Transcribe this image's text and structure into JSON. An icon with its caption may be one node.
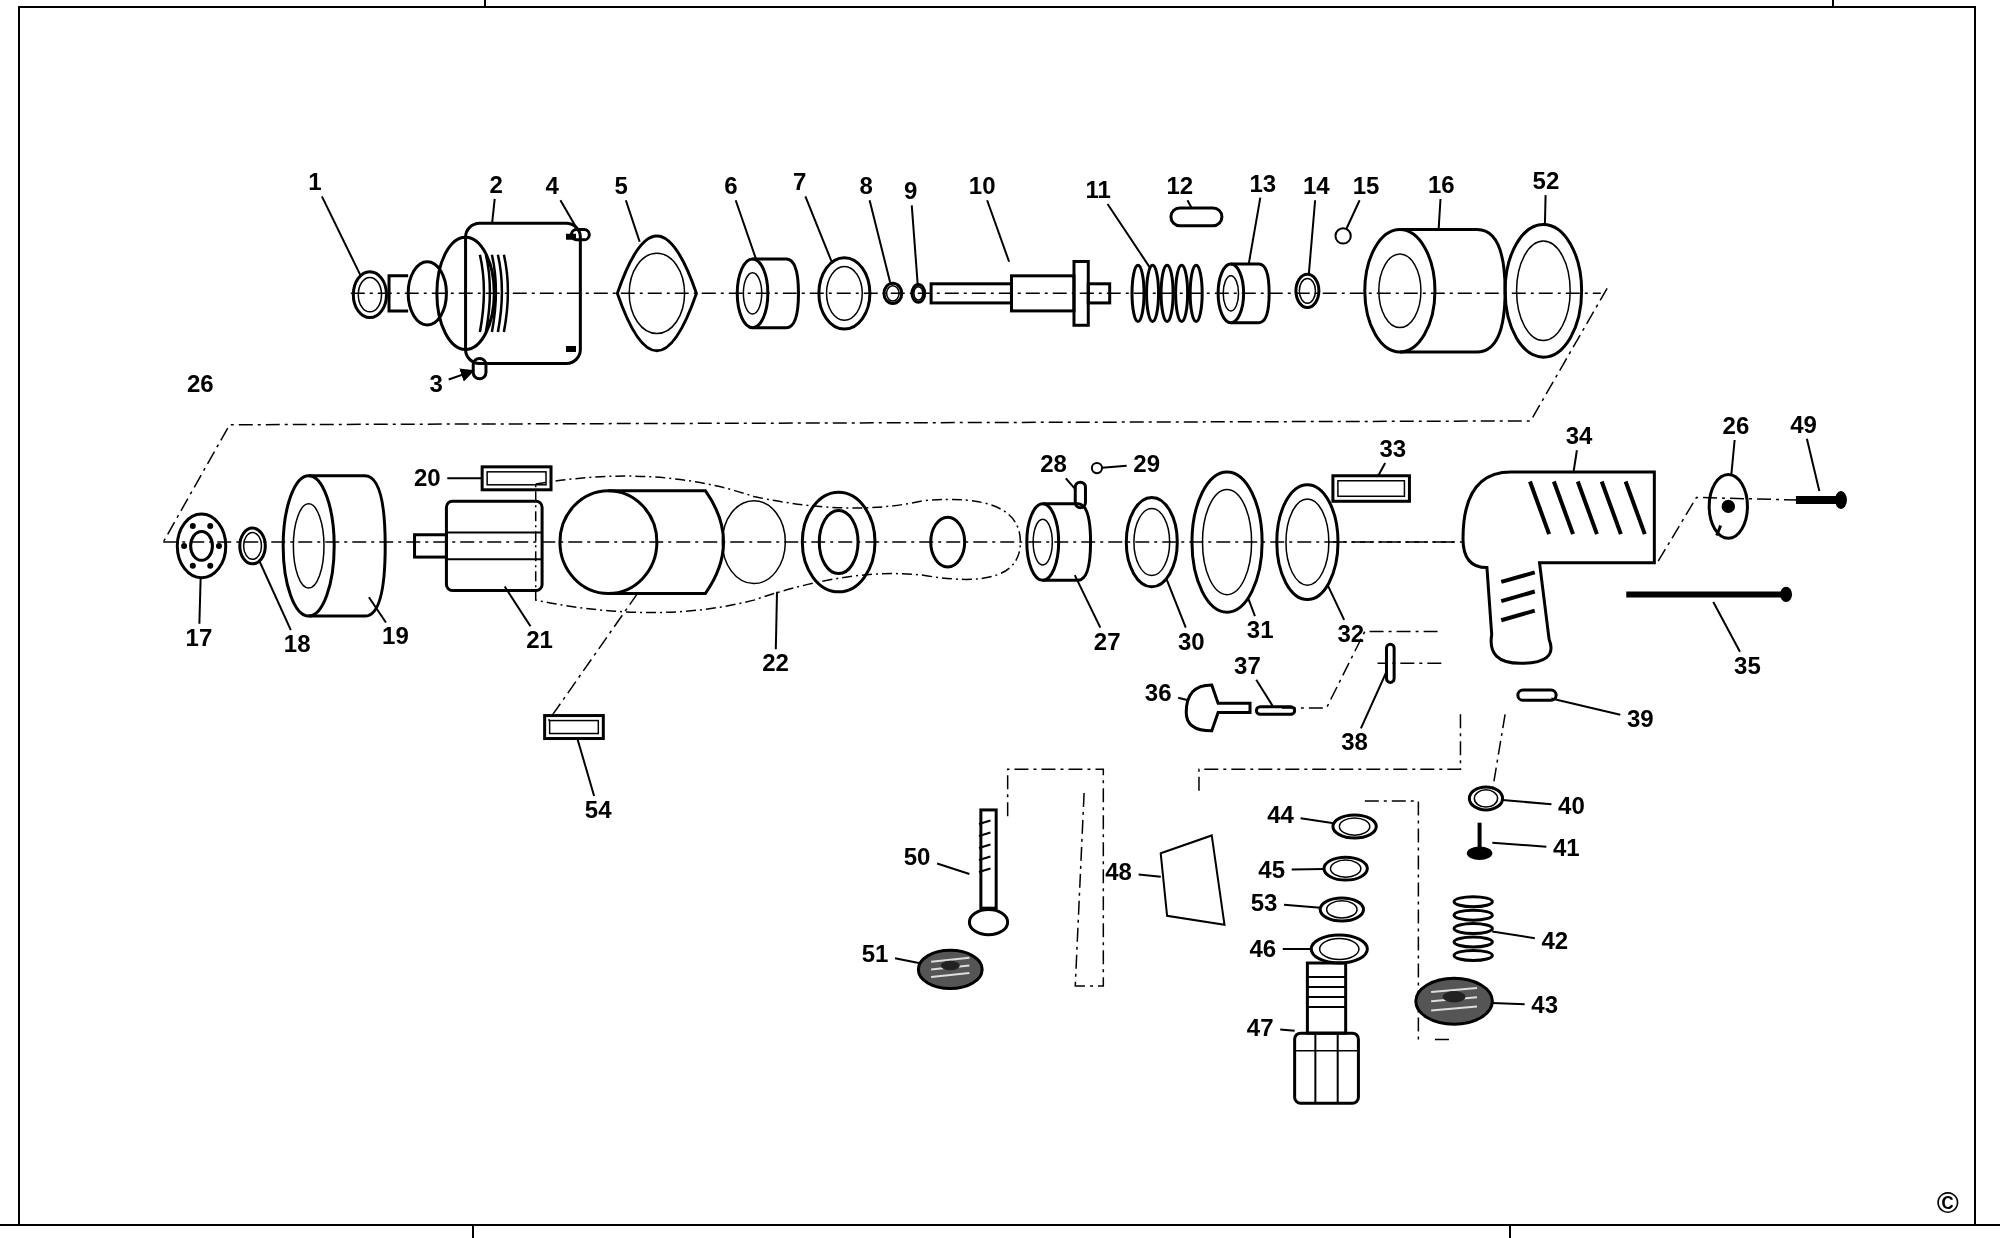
{
  "diagram": {
    "nodes": [
      {
        "text": [
          "1"
        ]
      },
      {
        "text": [],
        "shape": "circle"
      },
      {
        "text": [
          "2"
        ]
      },
      {
        "text": [],
        "shape": "picture"
      },
      {
        "text": [
          "4"
        ]
      },
      {
        "text": [],
        "shape": "bar"
      },
      {
        "text": [
          "5"
        ]
      },
      {
        "text": [],
        "shape": "picture"
      },
      {
        "text": [
          "6"
        ]
      },
      {
        "text": [],
        "shape": "picture"
      },
      {
        "text": [
          "7"
        ]
      },
      {
        "text": [],
        "shape": "circle"
      },
      {
        "text": [
          "8"
        ]
      },
      {
        "text": [],
        "shape": "circle"
      },
      {
        "text": [
          "9"
        ]
      },
      {
        "text": [],
        "shape": "circle"
      },
      {
        "text": [
          "10"
        ]
      },
      {
        "text": [],
        "shape": "picture"
      },
      {
        "text": [
          "11"
        ]
      },
      {
        "text": [],
        "shape": "picture"
      },
      {
        "text": [
          "12"
        ]
      },
      {
        "text": [],
        "shape": "bar"
      },
      {
        "text": [
          "13"
        ]
      },
      {
        "text": [],
        "shape": "picture"
      },
      {
        "text": [
          "14"
        ]
      },
      {
        "text": [],
        "shape": "circle"
      },
      {
        "text": [
          "15"
        ]
      },
      {
        "text": [],
        "shape": "circle"
      },
      {
        "text": [
          "16"
        ]
      },
      {
        "text": [],
        "shape": "picture"
      },
      {
        "text": [
          "52"
        ]
      },
      {
        "text": [],
        "shape": "circle"
      },
      {
        "text": [
          "3"
        ]
      },
      {
        "text": [],
        "shape": "bar"
      },
      {
        "text": [
          "20"
        ]
      },
      {
        "text": [],
        "shape": "box"
      },
      {
        "text": [
          "28"
        ]
      },
      {
        "text": [],
        "shape": "bar"
      },
      {
        "text": [
          "29"
        ]
      },
      {
        "text": [],
        "shape": "circle"
      },
      {
        "text": [
          "33"
        ]
      },
      {
        "text": [],
        "shape": "box"
      },
      {
        "text": [
          "34"
        ]
      },
      {
        "text": [],
        "shape": "picture"
      },
      {
        "text": [
          "26"
        ]
      },
      {
        "text": [],
        "shape": "picture"
      },
      {
        "text": [
          "49"
        ]
      },
      {
        "text": [],
        "shape": "picture"
      },
      {
        "text": [
          "17"
        ]
      },
      {
        "text": [],
        "shape": "picture"
      },
      {
        "text": [
          "18"
        ]
      },
      {
        "text": [],
        "shape": "circle"
      },
      {
        "text": [
          "19"
        ]
      },
      {
        "text": [],
        "shape": "picture"
      },
      {
        "text": [
          "21"
        ]
      },
      {
        "text": [],
        "shape": "picture"
      },
      {
        "text": [
          "22"
        ]
      },
      {
        "text": [],
        "shape": "picture"
      },
      {
        "text": [
          "27"
        ]
      },
      {
        "text": [],
        "shape": "picture"
      },
      {
        "text": [
          "30"
        ]
      },
      {
        "text": [],
        "shape": "circle"
      },
      {
        "text": [
          "31"
        ]
      },
      {
        "text": [],
        "shape": "circle"
      },
      {
        "text": [
          "32"
        ]
      },
      {
        "text": [],
        "shape": "circle"
      },
      {
        "text": [
          "35"
        ]
      },
      {
        "text": [],
        "shape": "picture"
      },
      {
        "text": [
          "36"
        ]
      },
      {
        "text": [],
        "shape": "picture"
      },
      {
        "text": [
          "37"
        ]
      },
      {
        "text": [],
        "shape": "bar"
      },
      {
        "text": [
          "38"
        ]
      },
      {
        "text": [],
        "shape": "bar"
      },
      {
        "text": [
          "39"
        ]
      },
      {
        "text": [],
        "shape": "bar"
      },
      {
        "text": [
          "54"
        ]
      },
      {
        "text": [],
        "shape": "box"
      },
      {
        "text": [
          "40"
        ]
      },
      {
        "text": [],
        "shape": "circle"
      },
      {
        "text": [
          "44"
        ]
      },
      {
        "text": [],
        "shape": "circle"
      },
      {
        "text": [
          "41"
        ]
      },
      {
        "text": [],
        "shape": "picture"
      },
      {
        "text": [
          "50"
        ]
      },
      {
        "text": [],
        "shape": "picture"
      },
      {
        "text": [
          "45"
        ]
      },
      {
        "text": [],
        "shape": "circle"
      },
      {
        "text": [
          "48"
        ]
      },
      {
        "text": [],
        "shape": "picture"
      },
      {
        "text": [
          "53"
        ]
      },
      {
        "text": [],
        "shape": "circle"
      },
      {
        "text": [
          "42"
        ]
      },
      {
        "text": [],
        "shape": "picture"
      },
      {
        "text": [
          "46"
        ]
      },
      {
        "text": [],
        "shape": "circle"
      },
      {
        "text": [
          "51"
        ]
      },
      {
        "text": [],
        "shape": "picture"
      },
      {
        "text": [
          "47"
        ]
      },
      {
        "text": [],
        "shape": "picture"
      },
      {
        "text": [
          "43"
        ]
      },
      {
        "text": [],
        "shape": "picture"
      }
    ],
    "edges": [
      {
        "from": 0,
        "to": 1,
        "arrow": "none"
      },
      {
        "from": 2,
        "to": 3,
        "arrow": "none"
      },
      {
        "from": 4,
        "to": 5,
        "arrow": "none"
      },
      {
        "from": 6,
        "to": 7,
        "arrow": "none"
      },
      {
        "from": 8,
        "to": 9,
        "arrow": "none"
      },
      {
        "from": 10,
        "to": 11,
        "arrow": "none"
      },
      {
        "from": 12,
        "to": 13,
        "arrow": "none"
      },
      {
        "from": 14,
        "to": 15,
        "arrow": "none"
      },
      {
        "from": 16,
        "to": 17,
        "arrow": "none"
      },
      {
        "from": 18,
        "to": 19,
        "arrow": "none"
      },
      {
        "from": 20,
        "to": 21,
        "arrow": "none"
      },
      {
        "from": 22,
        "to": 23,
        "arrow": "none"
      },
      {
        "from": 24,
        "to": 25,
        "arrow": "none"
      },
      {
        "from": 26,
        "to": 27,
        "arrow": "none"
      },
      {
        "from": 28,
        "to": 29,
        "arrow": "none"
      },
      {
        "from": 30,
        "to": 31,
        "arrow": "none"
      },
      {
        "from": 32,
        "to": 33,
        "arrow": "to"
      },
      {
        "from": 34,
        "to": 35,
        "arrow": "none"
      },
      {
        "from": 36,
        "to": 37,
        "arrow": "none"
      },
      {
        "from": 38,
        "to": 39,
        "arrow": "none"
      },
      {
        "from": 40,
        "to": 41,
        "arrow": "none"
      },
      {
        "from": 42,
        "to": 43,
        "arrow": "none"
      },
      {
        "from": 44,
        "to": 45,
        "arrow": "none"
      },
      {
        "from": 46,
        "to": 47,
        "arrow": "none"
      },
      {
        "from": 48,
        "to": 49,
        "arrow": "none"
      },
      {
        "from": 50,
        "to": 51,
        "arrow": "none"
      },
      {
        "from": 52,
        "to": 53,
        "arrow": "none"
      },
      {
        "from": 54,
        "to": 55,
        "arrow": "none"
      },
      {
        "from": 56,
        "to": 57,
        "arrow": "none"
      },
      {
        "from": 58,
        "to": 59,
        "arrow": "none"
      },
      {
        "from": 60,
        "to": 61,
        "arrow": "none"
      },
      {
        "from": 62,
        "to": 63,
        "arrow": "none"
      },
      {
        "from": 64,
        "to": 65,
        "arrow": "none"
      },
      {
        "from": 66,
        "to": 67,
        "arrow": "none"
      },
      {
        "from": 68,
        "to": 69,
        "arrow": "none"
      },
      {
        "from": 70,
        "to": 71,
        "arrow": "none"
      },
      {
        "from": 72,
        "to": 73,
        "arrow": "none"
      },
      {
        "from": 74,
        "to": 75,
        "arrow": "none"
      },
      {
        "from": 76,
        "to": 77,
        "arrow": "none"
      },
      {
        "from": 78,
        "to": 79,
        "arrow": "none"
      },
      {
        "from": 80,
        "to": 81,
        "arrow": "none"
      },
      {
        "from": 82,
        "to": 83,
        "arrow": "none"
      },
      {
        "from": 84,
        "to": 85,
        "arrow": "none"
      },
      {
        "from": 86,
        "to": 87,
        "arrow": "none"
      },
      {
        "from": 88,
        "to": 89,
        "arrow": "none"
      },
      {
        "from": 90,
        "to": 91,
        "arrow": "none"
      },
      {
        "from": 92,
        "to": 93,
        "arrow": "none"
      },
      {
        "from": 94,
        "to": 95,
        "arrow": "none"
      },
      {
        "from": 96,
        "to": 97,
        "arrow": "none"
      },
      {
        "from": 98,
        "to": 99,
        "arrow": "none"
      },
      {
        "from": 100,
        "to": 101,
        "arrow": "none"
      }
    ],
    "labels": [
      "26",
      "©"
    ]
  }
}
